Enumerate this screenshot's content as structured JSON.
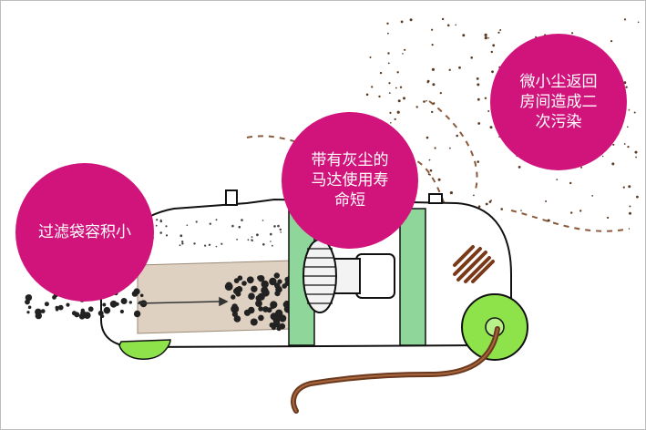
{
  "bubbles": [
    {
      "text": "过滤袋容积小",
      "color": "#d0147b"
    },
    {
      "text": "带有灰尘的\n马达使用寿\n命短",
      "color": "#d0147b"
    },
    {
      "text": "微小尘返回\n房间造成二\n次污染",
      "color": "#d0147b"
    }
  ],
  "colors": {
    "body": "#ffffff",
    "outline": "#111111",
    "wheel": "#8ee34a",
    "green_frame": "#8fd69a",
    "dust": "#2b2b2b",
    "hose": "#6a3a1f",
    "brown_dots": "#5b3a22",
    "bag": "#d9c9b6"
  },
  "icons": [
    "vacuum-cleaner-icon",
    "motor-fan-icon",
    "vent-icon",
    "hose-icon"
  ]
}
